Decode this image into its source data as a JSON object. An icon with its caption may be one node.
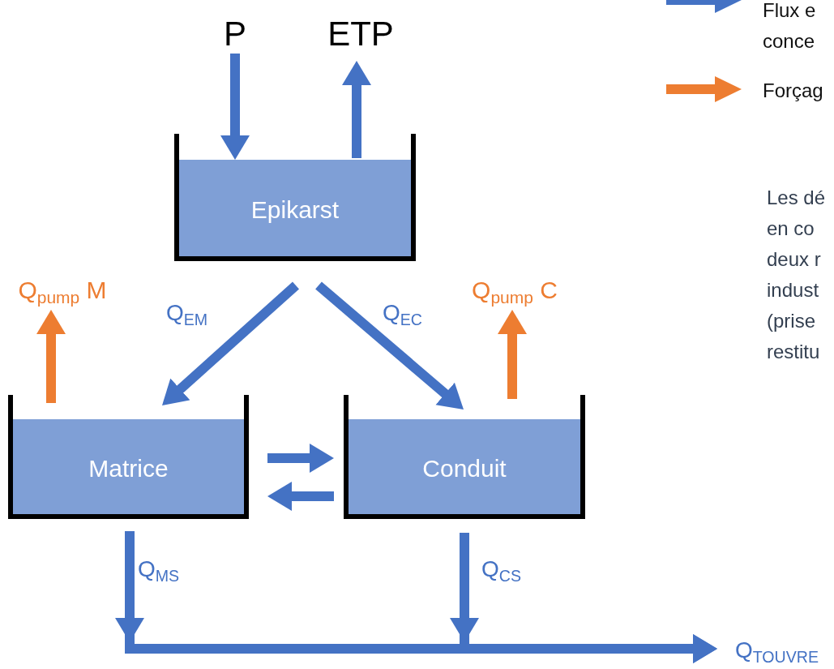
{
  "diagram": {
    "nodes": [
      {
        "text": [
          "P"
        ]
      },
      {
        "text": [
          "ETP"
        ]
      },
      {
        "text": [
          "Epikarst"
        ]
      },
      {
        "text": [
          "Q$_{pump}$ M"
        ]
      },
      {
        "text": [
          "Q$_{pump}$ C"
        ]
      },
      {
        "text": [
          "Matrice"
        ]
      },
      {
        "text": [
          "Conduit"
        ]
      },
      {
        "text": [
          "Q$_{TOUVRE}$"
        ]
      }
    ],
    "edges": [
      {
        "from": 0,
        "to": 2,
        "arrow": "to"
      },
      {
        "from": 2,
        "to": 1,
        "arrow": "to"
      },
      {
        "from": 2,
        "to": 5,
        "arrow": "to",
        "label": "Q$_{EM}$"
      },
      {
        "from": 2,
        "to": 6,
        "arrow": "to",
        "label": "Q$_{EC}$"
      },
      {
        "from": 5,
        "to": 3,
        "arrow": "to",
        "color": "#ed7d31"
      },
      {
        "from": 6,
        "to": 4,
        "arrow": "to",
        "color": "#ed7d31"
      },
      {
        "from": 5,
        "to": 6,
        "arrow": "to"
      },
      {
        "from": 6,
        "to": 5,
        "arrow": "to"
      },
      {
        "from": 5,
        "to": 7,
        "arrow": "to",
        "label": "Q$_{MS}$"
      },
      {
        "from": 6,
        "to": 7,
        "arrow": "to",
        "label": "Q$_{CS}$"
      }
    ],
    "labels": [
      "Les dé en co deux r indust (prise restitu"
    ],
    "legend": [
      {
        "text": "Flux e conce"
      },
      {
        "text": "Forçag"
      }
    ]
  }
}
